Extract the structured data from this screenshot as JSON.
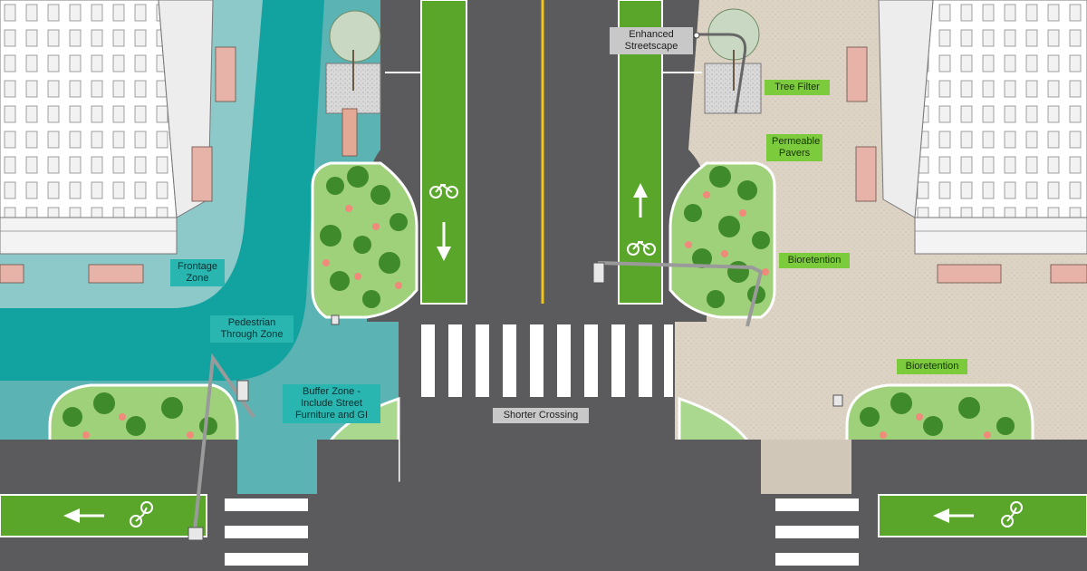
{
  "labels": {
    "enhanced_streetscape": "Enhanced\nStreetscape",
    "tree_filter": "Tree Filter",
    "permeable_pavers": "Permeable\nPavers",
    "bioretention_upper": "Bioretention",
    "bioretention_lower": "Bioretention",
    "frontage_zone": "Frontage\nZone",
    "pedestrian_through_zone": "Pedestrian\nThrough Zone",
    "buffer_zone": "Buffer Zone -\nInclude Street\nFurniture and GI",
    "shorter_crossing": "Shorter Crossing"
  },
  "colors": {
    "asphalt": "#5b5b5d",
    "bike_lane": "#5aa62b",
    "center_line": "#f2c419",
    "frontage_zone": "#8ec9c9",
    "through_zone": "#12a3a0",
    "buffer_zone": "#5bb3b3",
    "pavers": "#dcd3c5",
    "planter": "#9fd07a",
    "tag_teal": "#29b5b0",
    "tag_green": "#7ccb3c",
    "tag_gray": "#c8c8c8"
  },
  "icons": [
    "bicycle-icon",
    "arrow-up-icon",
    "arrow-down-icon",
    "arrow-left-icon",
    "tree-icon",
    "street-light-icon",
    "traffic-signal-icon"
  ]
}
